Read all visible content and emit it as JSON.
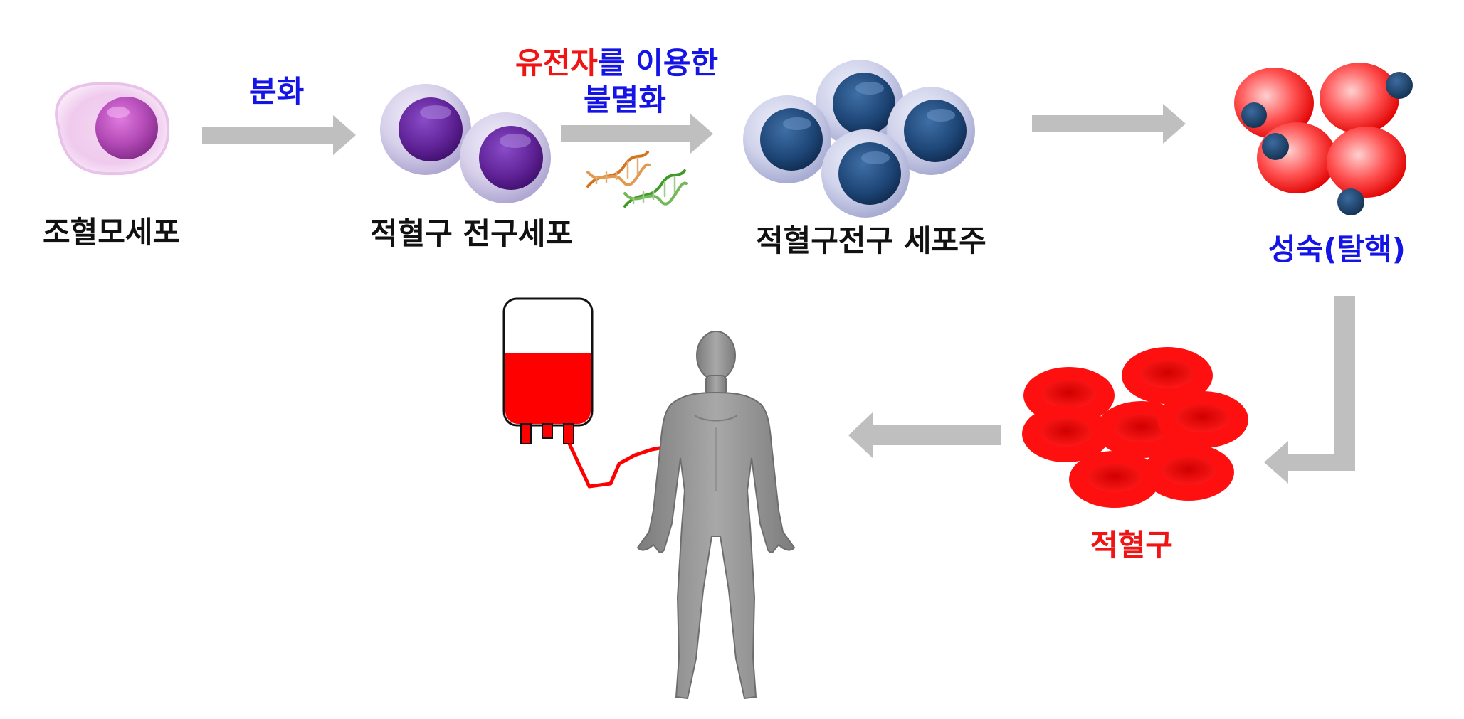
{
  "labels": {
    "hsc": "조혈모세포",
    "progenitor": "적혈구 전구세포",
    "cell_line": "적혈구전구 세포주",
    "maturation": "성숙(탈핵)",
    "rbc": "적혈구"
  },
  "arrows": {
    "differentiation": "분화",
    "immortal_gene": "유전자",
    "immortal_rest": "를 이용한",
    "immortal_line2": "불멸화"
  },
  "colors": {
    "black_text": "#111111",
    "blue_text": "#1414e6",
    "red_text": "#f01414",
    "arrow_gray": "#bfbfbf",
    "blood_red": "#ff0000",
    "body_gray": "#9a9a9a",
    "nucleus_navy": "#1f3f6e",
    "progenitor_purple": "#6a2a9a",
    "hsc_magenta": "#b048b8"
  },
  "icons": [
    "dna-icon",
    "blood-bag-icon",
    "human-body-icon"
  ]
}
